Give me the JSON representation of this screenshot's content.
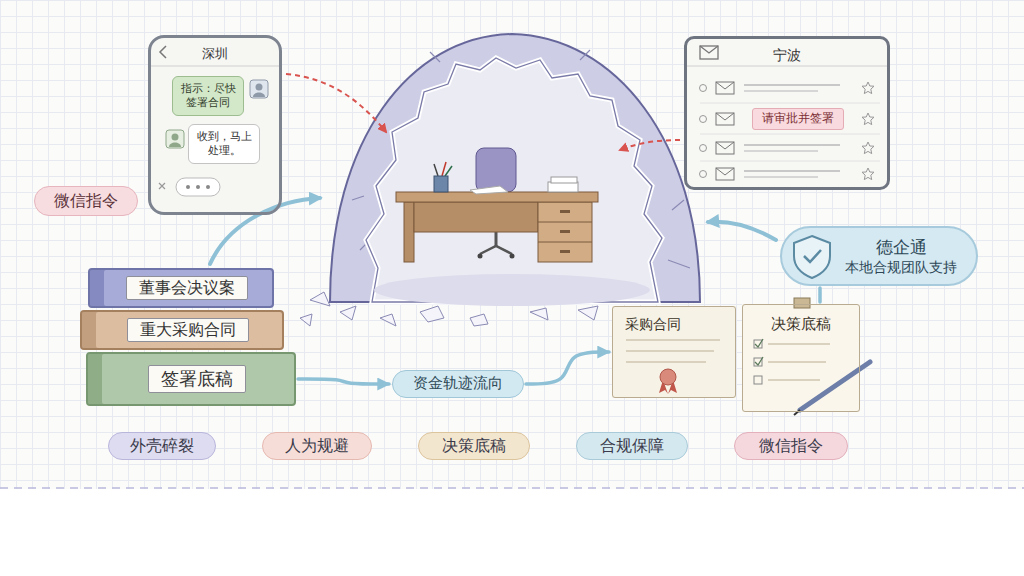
{
  "diagram": {
    "nodes": [
      {
        "text": [
          "深圳"
        ]
      },
      {
        "text": [
          "指示：尽快 签署合同"
        ],
        "in": 0
      },
      {
        "text": [
          "收到，马上 处理。"
        ],
        "in": 0
      },
      {
        "text": [
          "宁波"
        ]
      },
      {
        "text": [
          "请审批并签署"
        ],
        "in": 3
      },
      {
        "text": [
          "微信指令"
        ]
      },
      {
        "text": [
          "德企通",
          "本地合规团队支持"
        ]
      },
      {
        "text": [
          "董事会决议案"
        ]
      },
      {
        "text": [
          "重大采购合同"
        ]
      },
      {
        "text": [
          "签署底稿"
        ]
      },
      {
        "text": [
          "资金轨迹流向"
        ]
      },
      {
        "text": [
          "采购合同"
        ]
      },
      {
        "text": [
          "决策底稿"
        ]
      },
      {
        "text": [
          "外壳碎裂"
        ]
      },
      {
        "text": [
          "人为规避"
        ]
      },
      {
        "text": [
          "决策底稿"
        ]
      },
      {
        "text": [
          "合规保障"
        ]
      },
      {
        "text": [
          "微信指令"
        ]
      }
    ],
    "edges": [
      {
        "from": 9,
        "to": 10,
        "arrow": "to"
      },
      {
        "from": 10,
        "to": 11,
        "arrow": "to"
      },
      {
        "from": 12,
        "to": 6,
        "arrow": "none"
      }
    ]
  }
}
